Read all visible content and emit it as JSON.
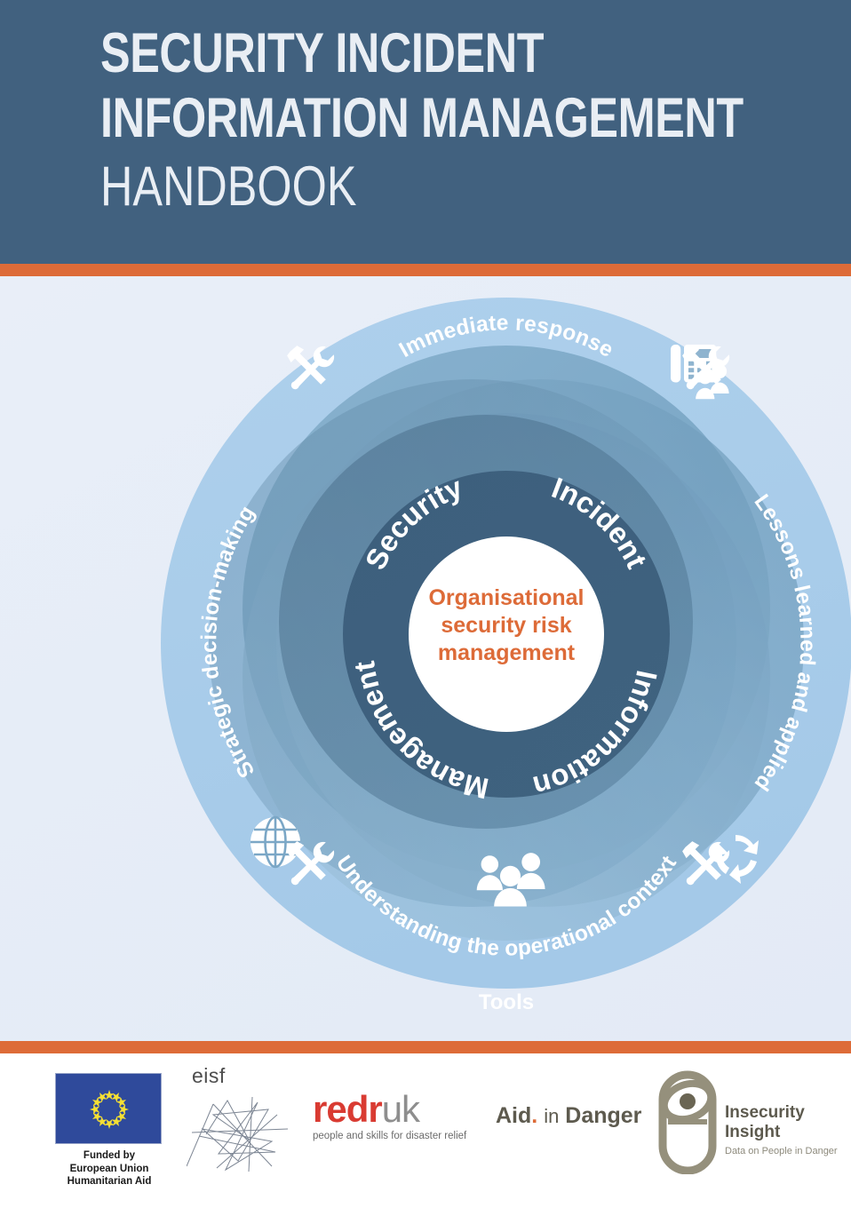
{
  "cover": {
    "title_line1": "SECURITY INCIDENT",
    "title_line2": "INFORMATION MANAGEMENT",
    "title_line3": "HANDBOOK"
  },
  "colors": {
    "header_blue": "#41617f",
    "accent_orange": "#dd6b38",
    "page_bg": "#e8eef7",
    "ring_outer": "#a8cbe9",
    "ring_mid": "#7fabca",
    "ring_inner": "#3f617f",
    "petal_dark": "#4a6e8a",
    "center_white": "#ffffff",
    "center_text": "#dd6b38"
  },
  "diagram": {
    "center": {
      "line1": "Organisational",
      "line2": "security risk",
      "line3": "management"
    },
    "inner_ring_labels": [
      {
        "text": "Security",
        "position": "top-left"
      },
      {
        "text": "Incident",
        "position": "top-right"
      },
      {
        "text": "Information",
        "position": "bottom-right"
      },
      {
        "text": "Management",
        "position": "bottom-left"
      }
    ],
    "mid_ring_labels": [
      {
        "text": "Immediate response",
        "position": "top",
        "icon": "telephone-support-icon"
      },
      {
        "text": "Lessons learned and applied",
        "position": "right",
        "icon": "recycle-arrows-icon"
      },
      {
        "text": "Understanding the operational context",
        "position": "bottom",
        "icon": "people-group-icon"
      },
      {
        "text": "Strategic decision-making",
        "position": "left",
        "icon": "globe-icon"
      }
    ],
    "outer_ring_label": "Tools",
    "outer_ring_icons": [
      {
        "icon": "hammer-wrench-icon",
        "position": "top-left"
      },
      {
        "icon": "hammer-wrench-icon",
        "position": "top-right"
      },
      {
        "icon": "hammer-wrench-icon",
        "position": "bottom-left"
      },
      {
        "icon": "hammer-wrench-icon",
        "position": "bottom-right"
      }
    ]
  },
  "footer": {
    "eu": {
      "caption_line1": "Funded by",
      "caption_line2": "European Union",
      "caption_line3": "Humanitarian Aid"
    },
    "eisf": {
      "name": "eisf"
    },
    "redr": {
      "name_red": "redr",
      "name_grey": "uk",
      "tagline": "people and skills for disaster relief"
    },
    "aid_in_danger": {
      "word1": "Aid",
      "word2": "in",
      "word3": "Danger"
    },
    "insecurity_insight": {
      "name_line1": "Insecurity",
      "name_line2": "Insight",
      "tagline": "Data on People in Danger"
    }
  }
}
